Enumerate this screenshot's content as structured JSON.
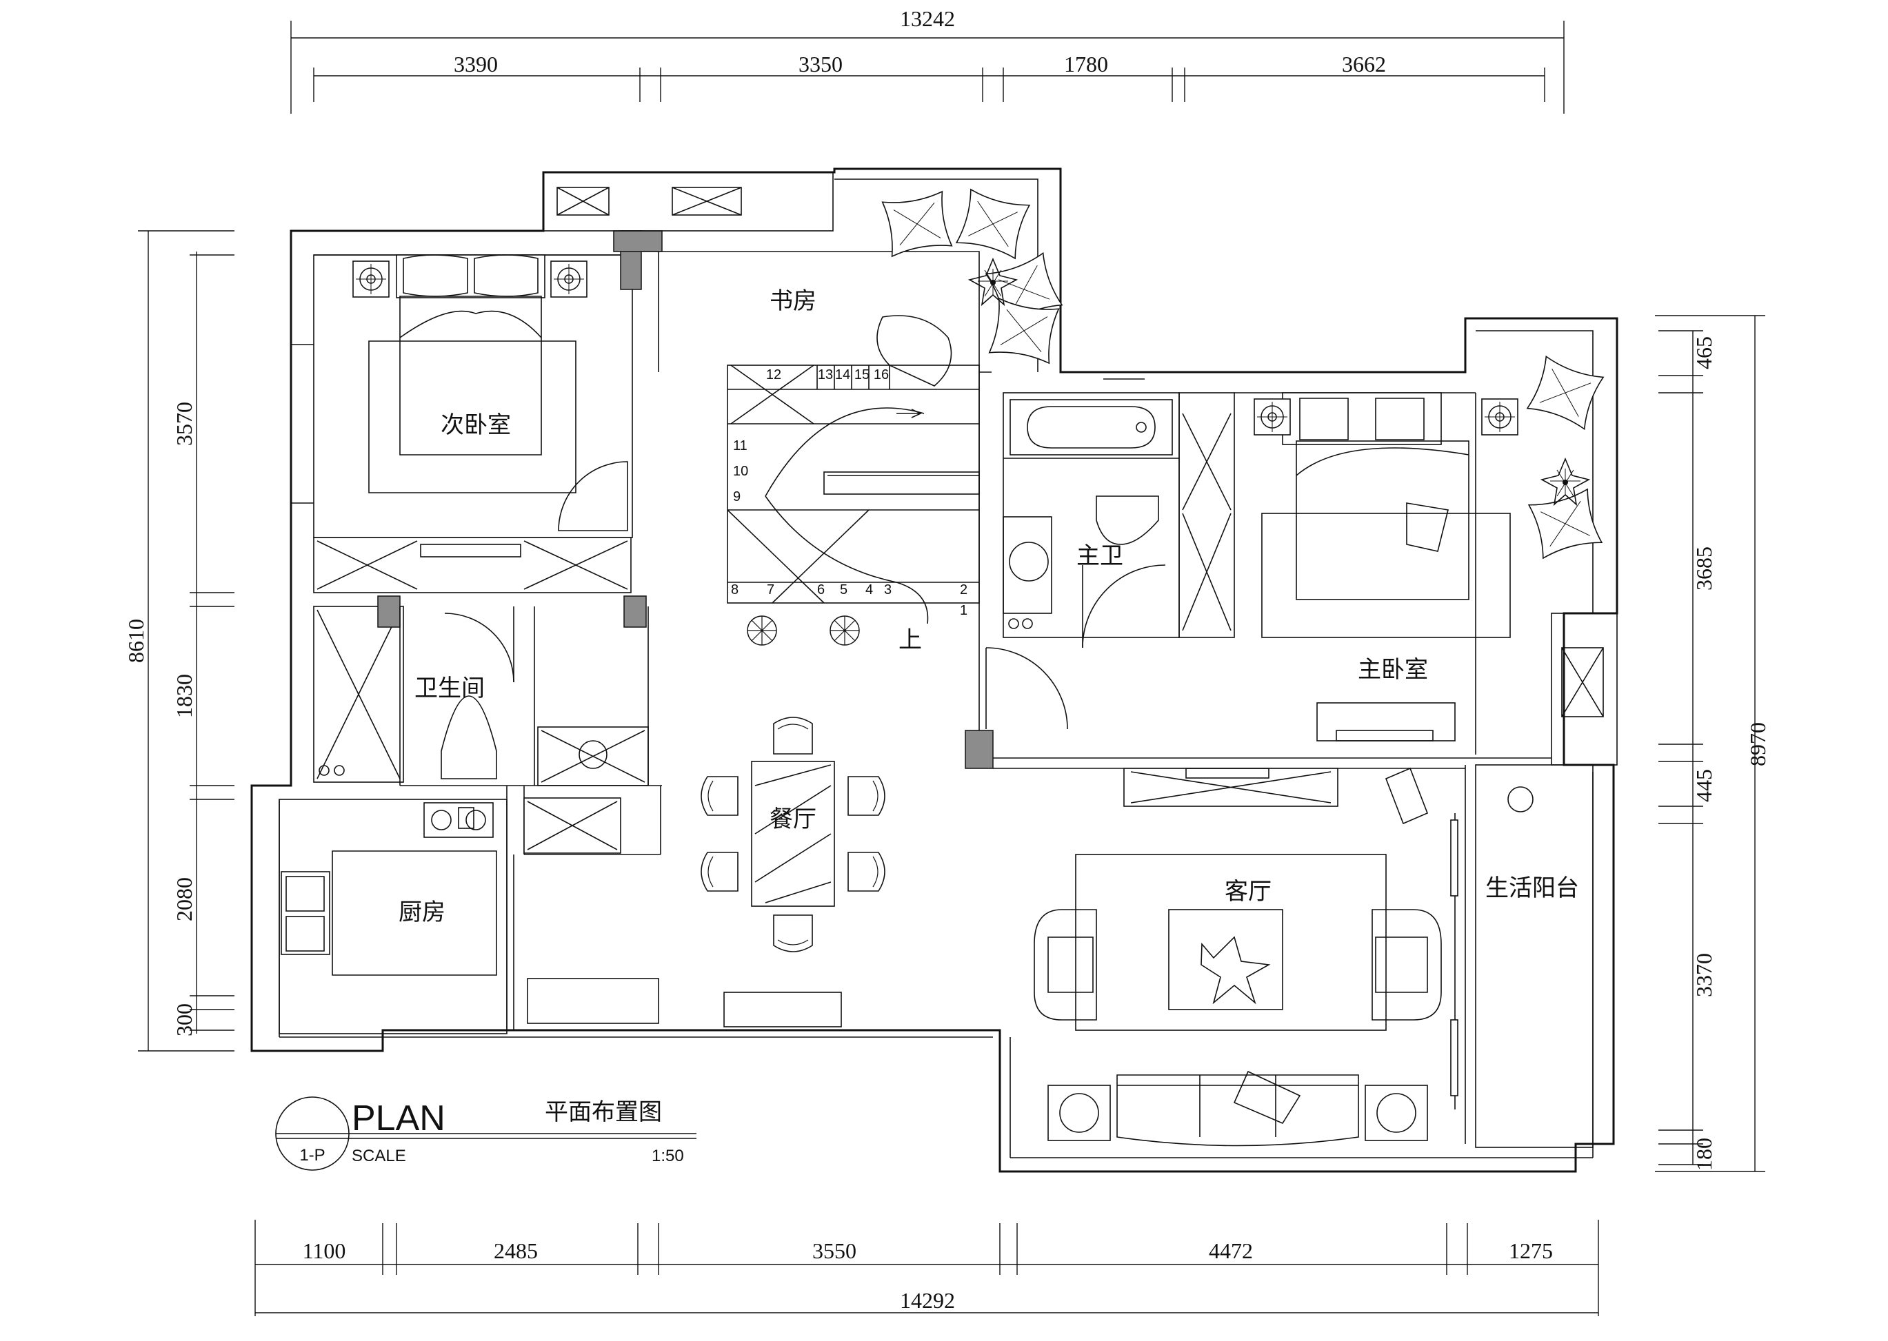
{
  "dimensions": {
    "top_total": "13242",
    "top": [
      "3390",
      "3350",
      "1780",
      "3662"
    ],
    "bottom_total": "14292",
    "bottom": [
      "1100",
      "2485",
      "3550",
      "4472",
      "1275"
    ],
    "left_total": "8610",
    "left": [
      "3570",
      "1830",
      "2080",
      "300"
    ],
    "right_total": "8970",
    "right": [
      "465",
      "3685",
      "445",
      "3370",
      "180"
    ]
  },
  "rooms": {
    "second_bedroom": "次卧室",
    "study": "书房",
    "master_bath": "主卫",
    "master_bedroom": "主卧室",
    "bathroom": "卫生间",
    "dining": "餐厅",
    "kitchen": "厨房",
    "living": "客厅",
    "balcony": "生活阳台"
  },
  "stairs": {
    "upper": [
      "12",
      "13",
      "14",
      "15",
      "16"
    ],
    "middle": [
      "11",
      "10",
      "9"
    ],
    "lower": [
      "8",
      "7",
      "6",
      "5",
      "4",
      "3",
      "2",
      "1"
    ],
    "up_label": "上"
  },
  "title_block": {
    "plan": "PLAN",
    "plan_cn": "平面布置图",
    "sheet": "1-P",
    "scale_label": "SCALE",
    "scale_value": "1:50"
  }
}
